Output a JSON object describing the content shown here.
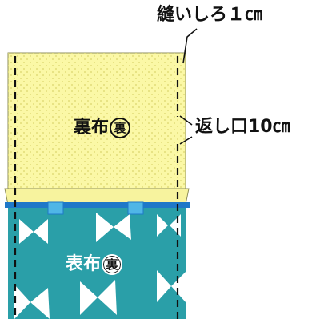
{
  "labels": {
    "seam_allowance": "縫いしろ１㎝",
    "return_opening": "返し口10㎝",
    "lining": "裏布",
    "lining_mark": "裏",
    "outer": "表布",
    "outer_mark": "裏"
  },
  "colors": {
    "lining_fabric": "#fbf8a6",
    "outer_fabric": "#2a9fa8",
    "ribbon": "#1f78c8",
    "tab": "#4fb6e6",
    "bow_pattern": "#ffffff",
    "line": "#111111"
  },
  "icons": {
    "outer_pattern": "bow-icon",
    "tab": "tab-icon"
  }
}
